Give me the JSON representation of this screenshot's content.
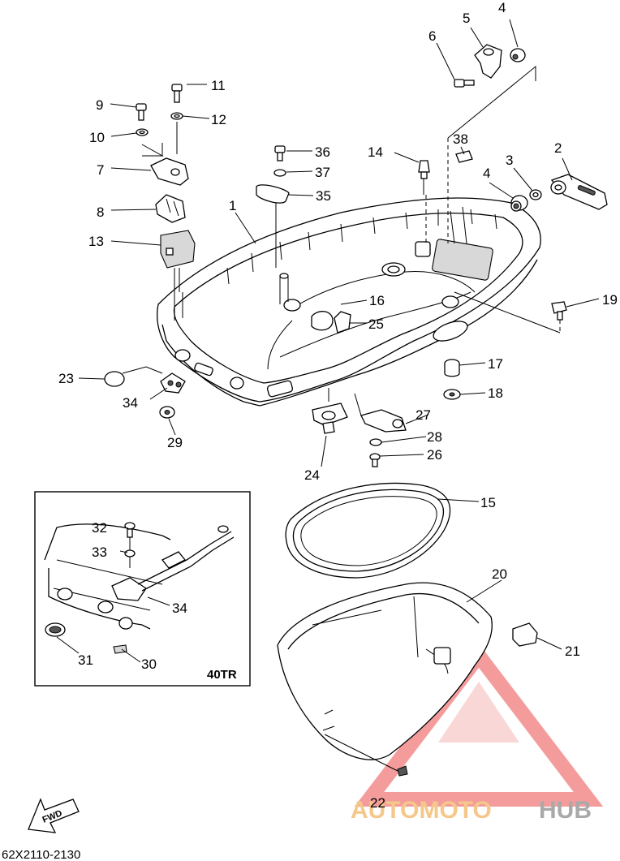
{
  "diagram": {
    "callouts": [
      "1",
      "2",
      "3",
      "4",
      "4",
      "5",
      "6",
      "7",
      "8",
      "9",
      "10",
      "11",
      "12",
      "13",
      "14",
      "15",
      "16",
      "17",
      "18",
      "19",
      "20",
      "21",
      "22",
      "23",
      "24",
      "25",
      "26",
      "27",
      "28",
      "29",
      "30",
      "31",
      "32",
      "33",
      "34",
      "34",
      "35",
      "36",
      "37",
      "38"
    ],
    "inset_label": "40TR",
    "fwd_label": "FWD",
    "drawing_code": "62X2110-2130"
  },
  "watermark": {
    "part1": "AUTOMOTO",
    "part2": "HUB",
    "colors": {
      "triangle": "#f28b8b",
      "text_primary": "#f5c78a",
      "text_secondary": "#a9a9a9"
    }
  }
}
